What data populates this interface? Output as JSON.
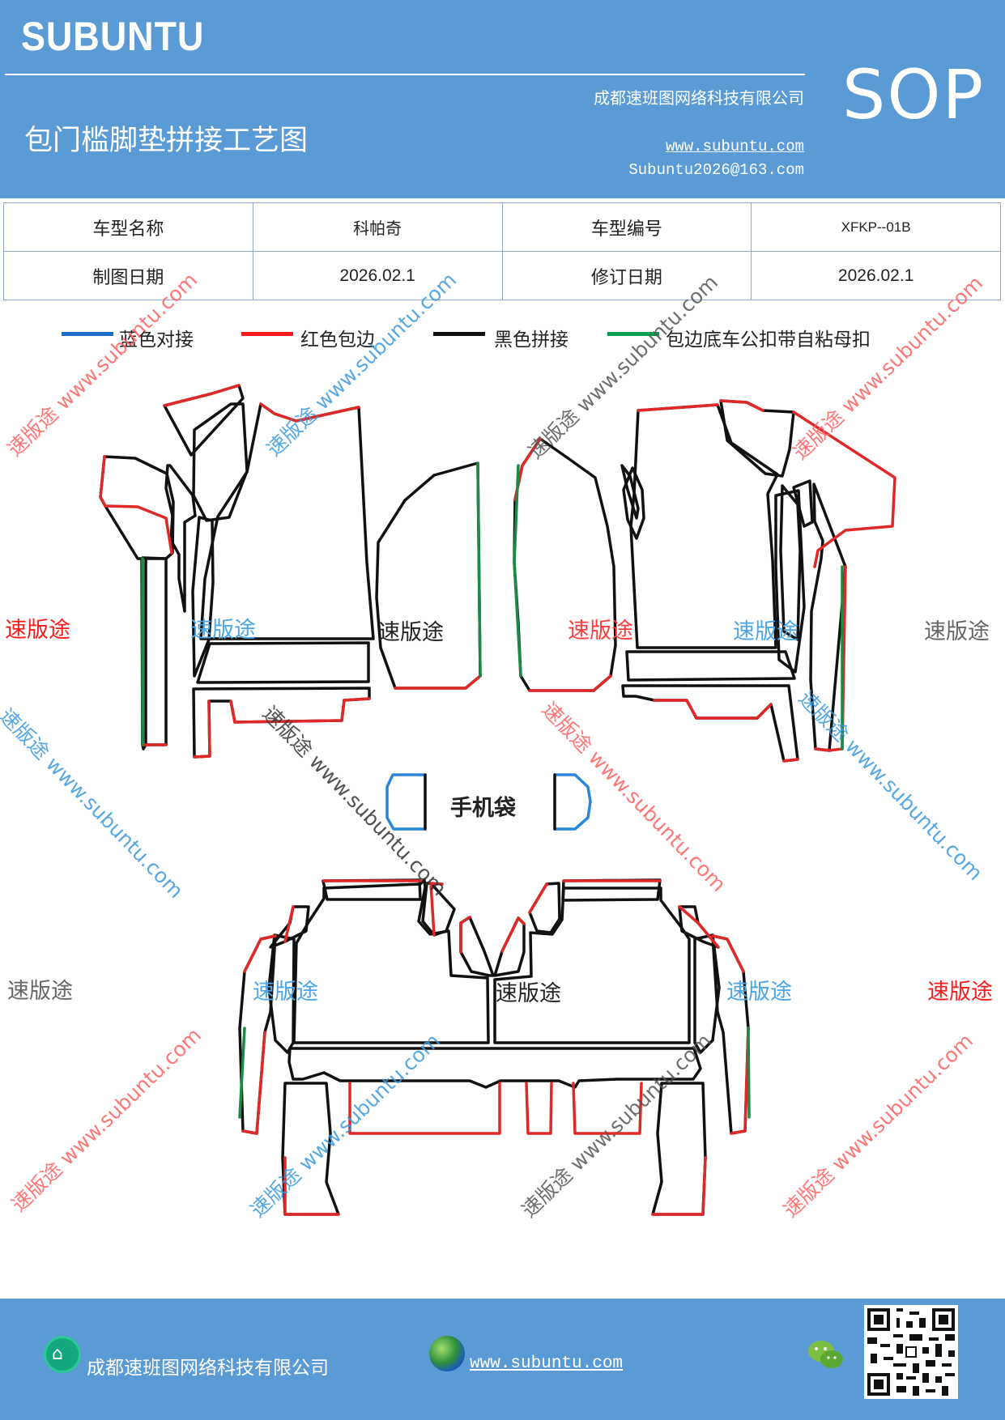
{
  "header": {
    "brand": "SUBUNTU",
    "doc_type": "SOP",
    "company": "成都速班图网络科技有限公司",
    "title": "包门槛脚垫拼接工艺图",
    "website": "www.subuntu.com",
    "email": "Subuntu2026@163.com"
  },
  "info_table": {
    "model_name_label": "车型名称",
    "model_name_value": "科帕奇",
    "model_code_label": "车型编号",
    "model_code_value": "XFKP--01B",
    "draw_date_label": "制图日期",
    "draw_date_value": "2026.02.1",
    "revise_date_label": "修订日期",
    "revise_date_value": "2026.02.1"
  },
  "legend": [
    {
      "label": "蓝色对接",
      "color": "#1a6fc4"
    },
    {
      "label": "红色包边",
      "color": "#ff1a1a"
    },
    {
      "label": "黑色拼接",
      "color": "#111111"
    },
    {
      "label": "包边底车公扣带自粘母扣",
      "color": "#00a050"
    }
  ],
  "diagram": {
    "phone_bag_label": "手机袋",
    "colors": {
      "blue": "#2a86d8",
      "red": "#e02828",
      "black": "#111111",
      "green": "#1a8a45"
    }
  },
  "watermarks": {
    "brand_cn": "速版途",
    "brand_url": "www.subuntu.com",
    "diagonal": "速版途 www.subuntu.com",
    "diagonal_url_only": "www.subuntu.com"
  },
  "footer": {
    "company": "成都速班图网络科技有限公司",
    "website": "www.subuntu.com",
    "icons": [
      "home-icon",
      "globe-icon",
      "wechat-icon",
      "qr-code"
    ]
  }
}
